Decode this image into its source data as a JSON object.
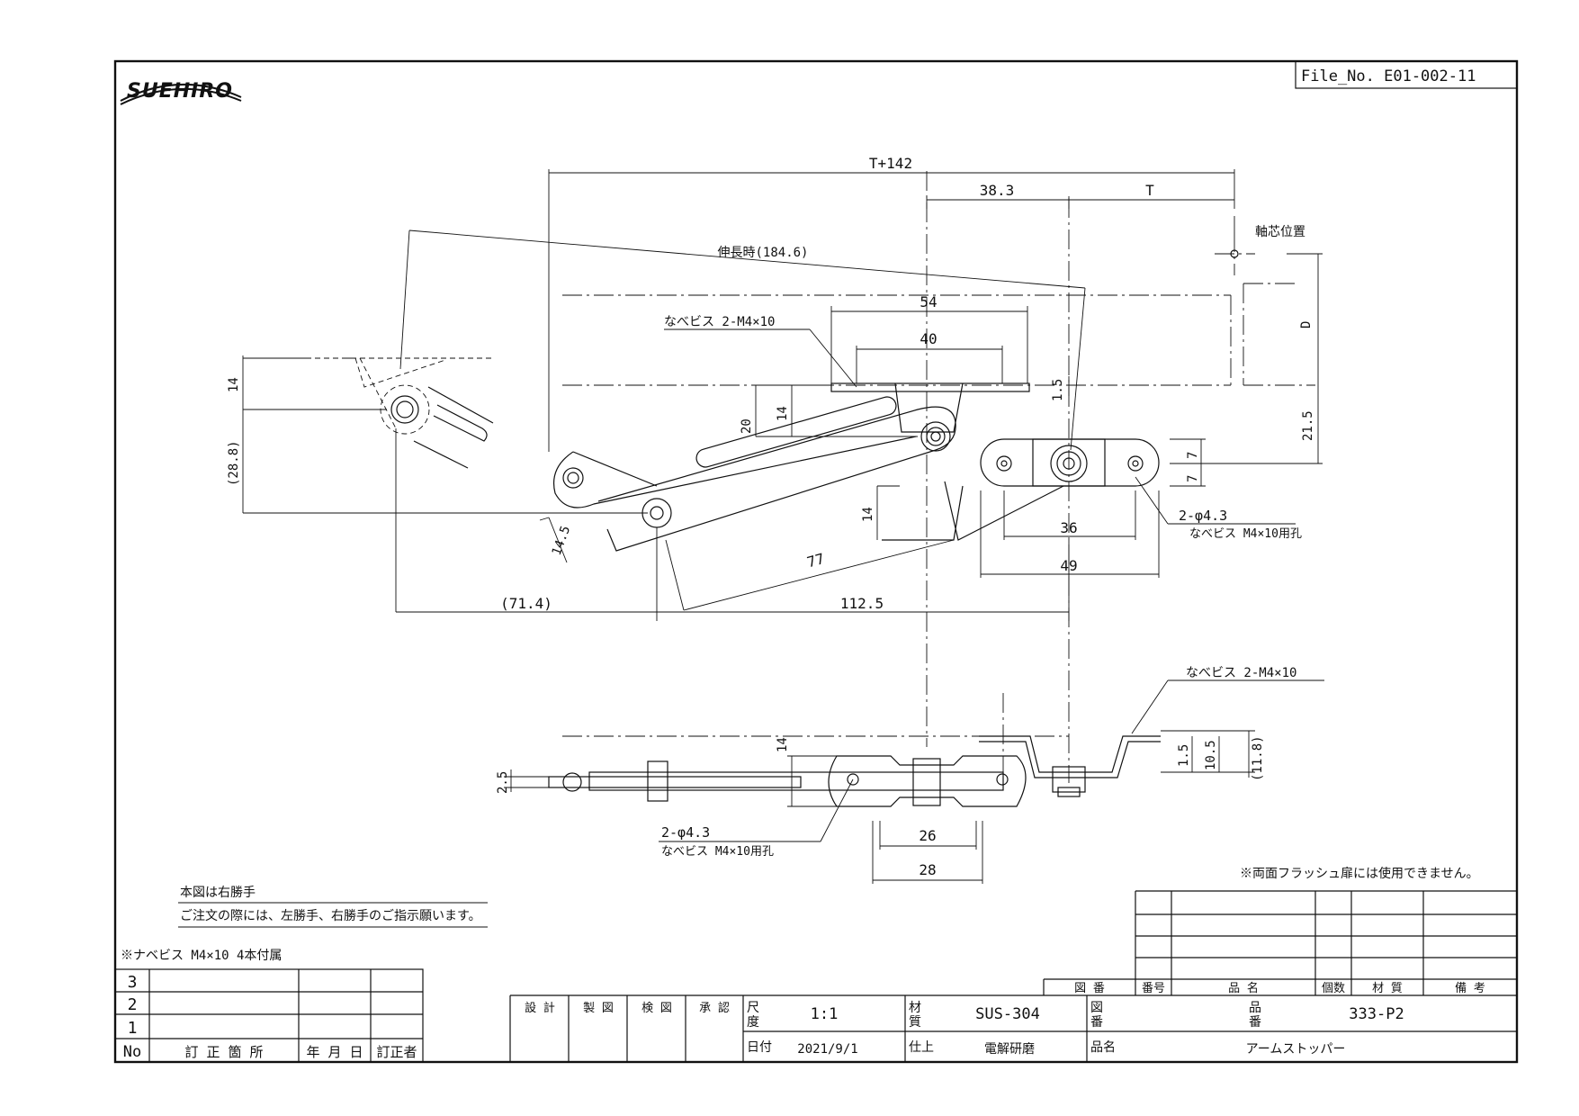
{
  "brand": {
    "logo_text": "SUEHIRO"
  },
  "file_no": "File_No. E01-002-11",
  "dimensions": {
    "overall": "T+142",
    "d38": "38.3",
    "t": "T",
    "extended": "伸長時(184.6)",
    "axis": "軸芯位置",
    "d54": "54",
    "d40": "40",
    "screw_top": "なべビス 2-M4×10",
    "d15": "1.5",
    "dD": "D",
    "d14a": "14",
    "d288": "(28.8)",
    "d20": "20",
    "d14b": "14",
    "d215": "21.5",
    "d7a": "7",
    "d7b": "7",
    "d14c": "14",
    "d145": "14.5",
    "hole_top": "2-φ4.3",
    "hole_top_sub": "なべビス M4×10用孔",
    "d36": "36",
    "d49": "49",
    "d77": "77",
    "d714": "(71.4)",
    "d1125": "112.5",
    "screw_side": "なべビス 2-M4×10",
    "d14d": "14",
    "d25": "2.5",
    "d15b": "1.5",
    "d105": "10.5",
    "d118": "(11.8)",
    "hole_side": "2-φ4.3",
    "hole_side_sub": "なべビス M4×10用孔",
    "d26": "26",
    "d28": "28"
  },
  "notes": {
    "right_hand": "本図は右勝手",
    "order_note": "ご注文の際には、左勝手、右勝手のご指示願います。",
    "flush_note": "※両面フラッシュ扉には使用できません。",
    "screws_included": "※ナベビス M4×10 4本付属"
  },
  "revision_table": {
    "rows": [
      "3",
      "2",
      "1"
    ],
    "headers": [
      "No",
      "訂 正 箇 所",
      "年 月 日",
      "訂正者"
    ]
  },
  "parts_table": {
    "headers": [
      "図 番",
      "番号",
      "品 名",
      "個数",
      "材 質",
      "備 考"
    ]
  },
  "title_block": {
    "roles": [
      "設 計",
      "製 図",
      "検 図",
      "承 認"
    ],
    "scale_label_1": "尺",
    "scale_label_2": "度",
    "scale": "1:1",
    "material_label_1": "材",
    "material_label_2": "質",
    "material": "SUS-304",
    "drawing_label_1": "図",
    "drawing_label_2": "番",
    "part_no_label_1": "品",
    "part_no_label_2": "番",
    "part_no": "333-P2",
    "date_label": "日付",
    "date": "2021/9/1",
    "finish_label": "仕上",
    "finish": "電解研磨",
    "name_label": "品名",
    "name": "アームストッパー"
  }
}
